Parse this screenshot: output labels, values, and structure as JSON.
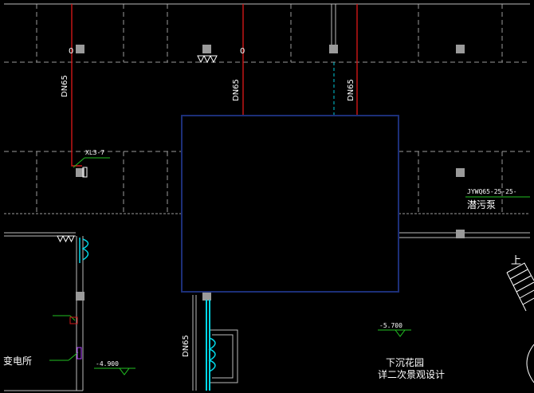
{
  "drawing": {
    "pipe_labels": [
      "DN65",
      "DN65",
      "DN65",
      "DN65"
    ],
    "riser_tag": "XL3-7",
    "pump_tag": "JYWQ65-25-25-",
    "pump_name": "潜污泵",
    "room_name": "变电所",
    "elevation_left": "-4.900",
    "elevation_right": "-5.700",
    "garden_title": "下沉花园",
    "garden_note": "详二次景观设计",
    "stair_label": "上",
    "valve_mark": "0"
  },
  "colors": {
    "background": "#000000",
    "grid": "#9a9a9a",
    "pipe": "#d01818",
    "cyan": "#00d8e8",
    "green": "#22c022",
    "box": "#1c2f78",
    "text": "#ffffff"
  }
}
